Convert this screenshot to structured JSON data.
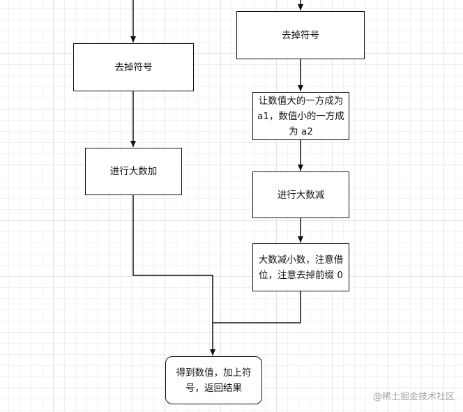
{
  "nodes": {
    "left_strip_sign": "去掉符号",
    "left_big_add": "进行大数加",
    "right_strip_sign": "去掉符号",
    "right_assign_a1_a2": "让数值大的一方成为 a1，数值小的一方成为 a2",
    "right_big_sub": "进行大数减",
    "right_borrow_note": "大数减小数，注意借位，注意去掉前缀 0",
    "result": "得到数值，加上符号，返回结果"
  },
  "watermark": "@稀土掘金技术社区",
  "colors": {
    "stroke": "#111111",
    "grid_major": "#e3e3e3",
    "grid_minor": "#f1f1f1",
    "watermark": "#9a9a9a"
  }
}
